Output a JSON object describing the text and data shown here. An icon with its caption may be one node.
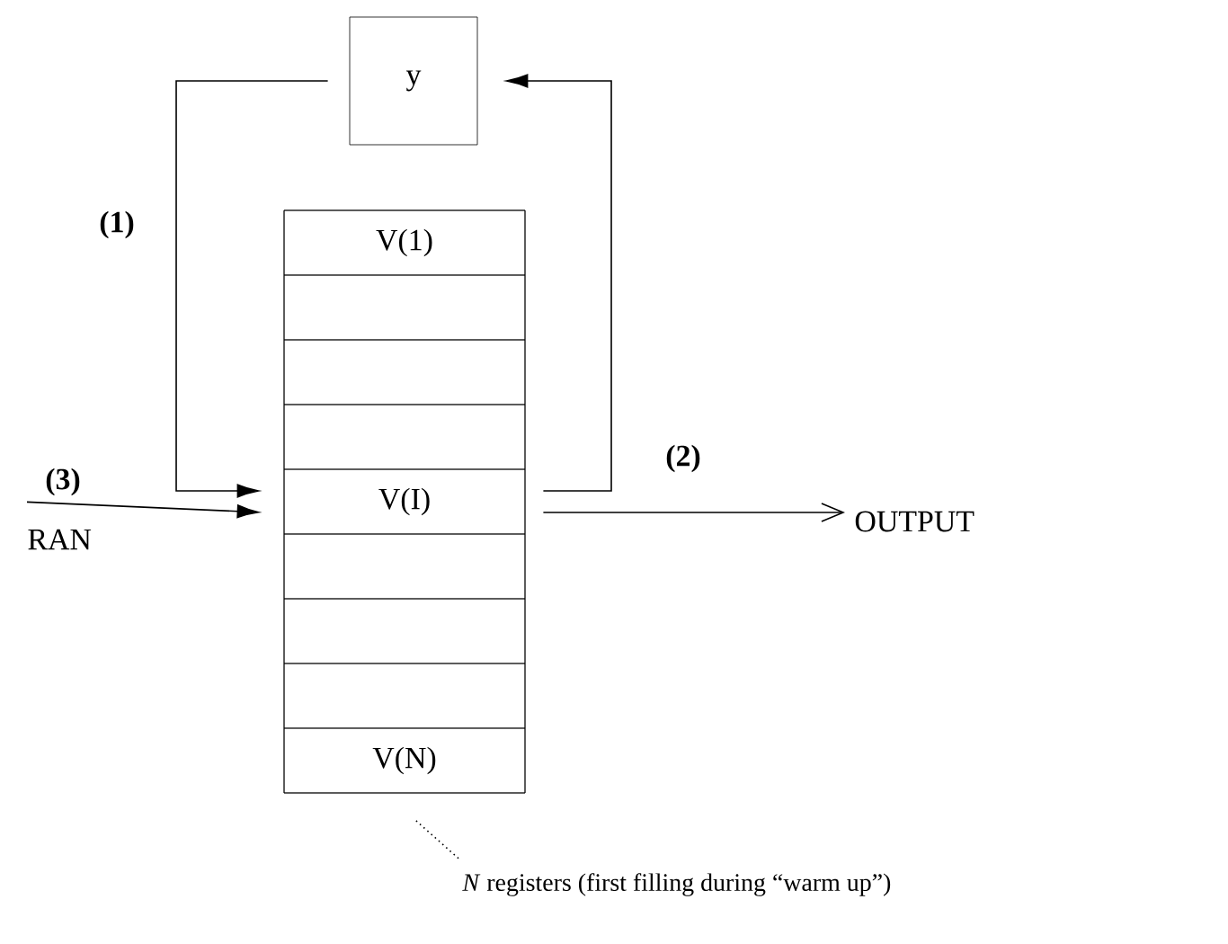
{
  "diagram": {
    "nodes": [
      {
        "text": [
          "y"
        ]
      },
      {
        "text": [],
        "shape": "box"
      },
      {
        "text": [
          "V(1)"
        ],
        "in": 1
      },
      {
        "text": [],
        "shape": "box",
        "in": 1
      },
      {
        "text": [],
        "shape": "box",
        "in": 1
      },
      {
        "text": [],
        "shape": "box",
        "in": 1
      },
      {
        "text": [
          "V(I)"
        ],
        "in": 1
      },
      {
        "text": [],
        "shape": "box",
        "in": 1
      },
      {
        "text": [],
        "shape": "box",
        "in": 1
      },
      {
        "text": [],
        "shape": "box",
        "in": 1
      },
      {
        "text": [
          "V(N)"
        ],
        "in": 1
      },
      {
        "text": [
          "RAN"
        ]
      },
      {
        "text": [
          "OUTPUT"
        ]
      },
      {
        "text": [
          "*N* registers (first filling during “warm up”)"
        ]
      }
    ],
    "edges": [
      {
        "from": 0,
        "to": 6,
        "arrow": "to",
        "label": "(1)"
      },
      {
        "from": 6,
        "to": 0,
        "arrow": "to"
      },
      {
        "from": 11,
        "to": 6,
        "arrow": "to",
        "label": "(3)"
      },
      {
        "from": 6,
        "to": 12,
        "arrow": "to",
        "label": "(2)"
      },
      {
        "from": 13,
        "to": 1,
        "arrow": "none",
        "style": "dashed"
      }
    ]
  }
}
